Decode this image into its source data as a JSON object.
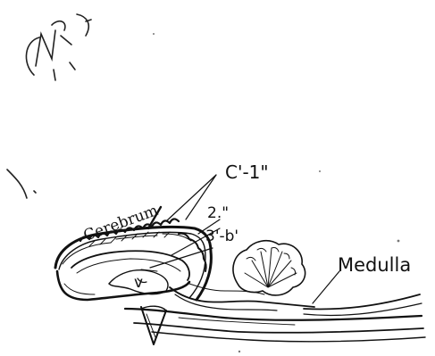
{
  "figure": {
    "labels": {
      "cerebrum": "Cerebrum",
      "c1": "C'-1\"",
      "two": "2.\"",
      "three_b": "3'-b'",
      "ventricle": "v",
      "medulla": "Medulla"
    },
    "handwritten_note": "(NR)"
  },
  "colors": {
    "ink": "#111111",
    "background": "#ffffff"
  }
}
